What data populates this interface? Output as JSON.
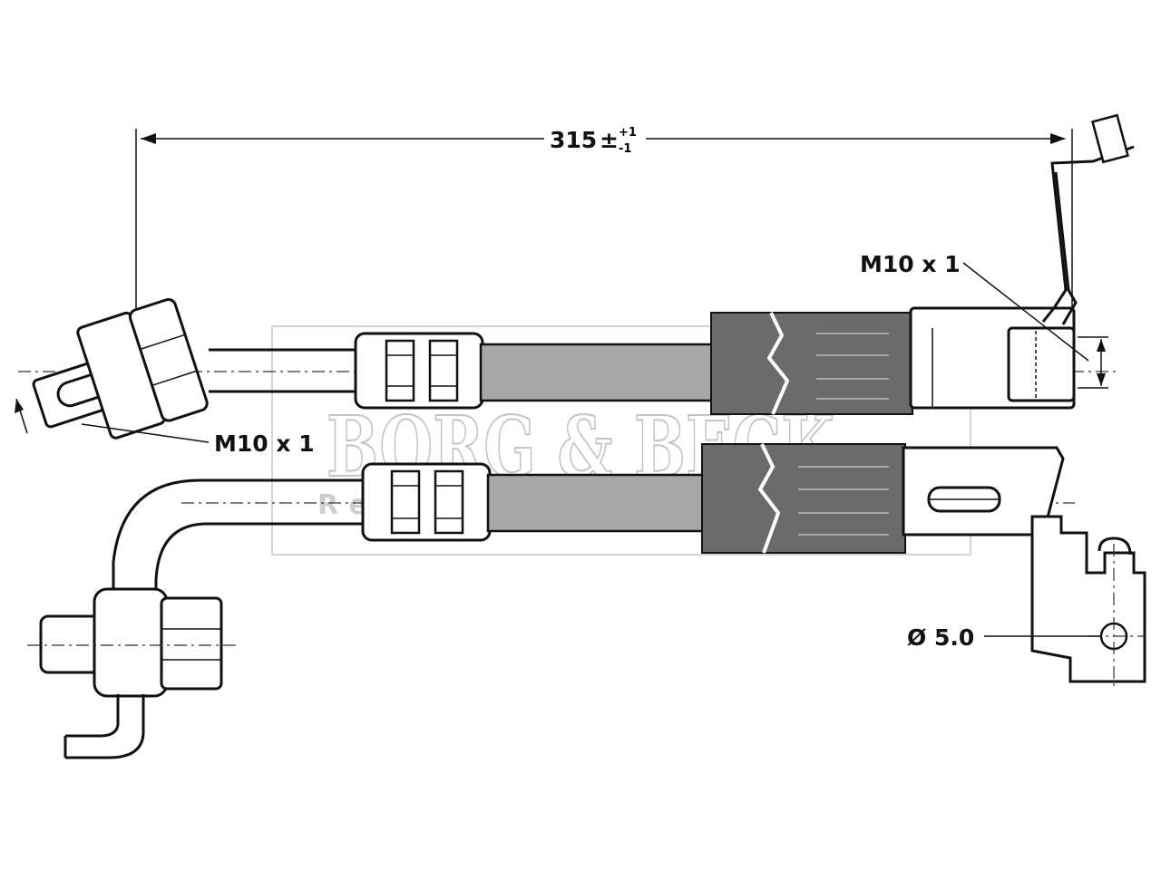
{
  "dimensions": {
    "length_main": "315",
    "length_tol_sign": "±",
    "length_tol_upper": "+1",
    "length_tol_lower": "-1"
  },
  "labels": {
    "thread_left": "M10 x 1",
    "thread_right": "M10 x 1",
    "hole_diameter": "Ø 5.0"
  },
  "watermark": {
    "brand": "BORG & BECK",
    "tagline": "Registered Trade Mark"
  }
}
